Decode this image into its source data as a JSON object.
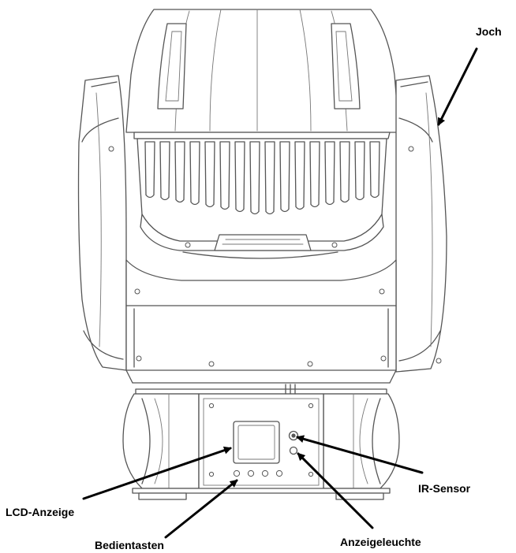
{
  "labels": {
    "yoke": "Joch",
    "ir_sensor": "IR-Sensor",
    "lcd_display": "LCD-Anzeige",
    "control_buttons": "Bedientasten",
    "indicator_light": "Anzeigeleuchte"
  },
  "colors": {
    "line": "#555555",
    "arrow": "#000000",
    "background": "#ffffff"
  }
}
